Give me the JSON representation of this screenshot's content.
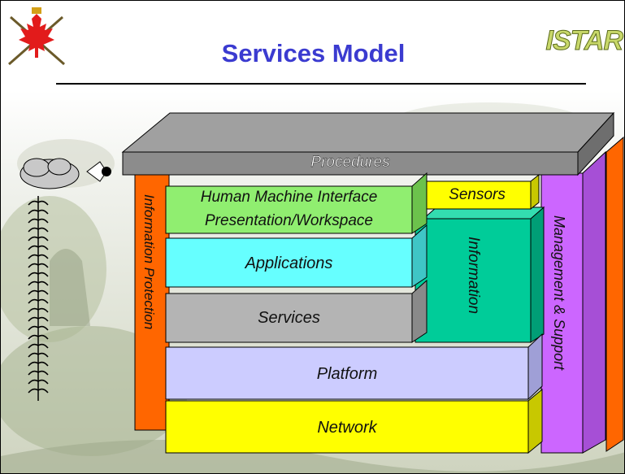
{
  "slide": {
    "title": "Services Model",
    "logo_text": "ISTAR"
  },
  "layers": {
    "procedures": "Procedures",
    "hmi_line1": "Human Machine Interface",
    "hmi_line2": "Presentation/Workspace",
    "sensors": "Sensors",
    "applications": "Applications",
    "services": "Services",
    "information": "Information",
    "platform": "Platform",
    "network": "Network",
    "information_protection": "Information Protection",
    "management_support": "Management & Support"
  },
  "colors": {
    "title": "#3b3bd0",
    "procedures": "#8c8c8c",
    "hmi": "#90ee70",
    "sensors": "#ffff00",
    "applications": "#66ffff",
    "services": "#b4b4b4",
    "information": "#00cc99",
    "platform": "#ccccff",
    "network": "#ffff00",
    "information_protection": "#ff6600",
    "management_support": "#cc66ff"
  }
}
